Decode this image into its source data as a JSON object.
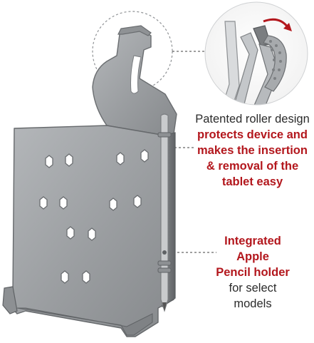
{
  "colors": {
    "accent": "#b3171d",
    "text": "#2b2b2b",
    "holder_fill": "#9a9da0",
    "holder_edge": "#6f7275",
    "leader_line": "#555555"
  },
  "callouts": {
    "roller": {
      "line_1": "Patented roller design",
      "line_2": "protects device and",
      "line_3": "makes the insertion",
      "line_4": "& removal of the",
      "line_5": "tablet easy"
    },
    "pencil": {
      "line_1": "Integrated",
      "line_2": "Apple",
      "line_3": "Pencil holder",
      "line_4": "for select",
      "line_5": "models"
    }
  },
  "icons": {
    "zoom_detail": "roller-mechanism-detail",
    "arrow": "curved-rotation-arrow-icon"
  }
}
